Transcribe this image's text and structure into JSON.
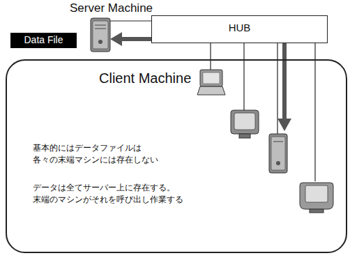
{
  "diagram": {
    "nodes": [
      {
        "text": [
          "Data File"
        ]
      },
      {
        "text": [
          "HUB"
        ]
      },
      {
        "text": [
          "Client Machine",
          "基本的にはデータファイルは 各々の末端マシンには存在しない",
          "データは全てサーバー上に存在する。 末端のマシンがそれを呼び出し作業する"
        ]
      }
    ],
    "edges": [
      {
        "from": 1,
        "to": 2,
        "arrow": "none"
      },
      {
        "from": 1,
        "to": 2,
        "arrow": "none"
      },
      {
        "from": 1,
        "to": 2,
        "arrow": "none"
      }
    ],
    "labels": [
      "Server Machine"
    ]
  }
}
